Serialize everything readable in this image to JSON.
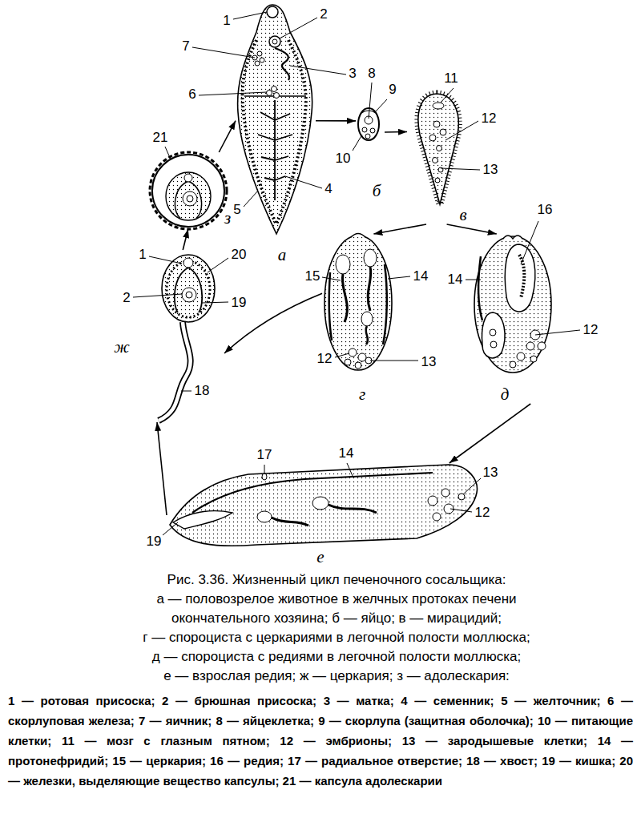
{
  "diagram": {
    "caption": "Рис. 3.36. Жизненный цикл печеночного сосальщика:",
    "nodes": [
      {
        "text": [
          "а"
        ]
      },
      {
        "text": [
          "б"
        ]
      },
      {
        "text": [
          "в"
        ]
      },
      {
        "text": [
          "г"
        ]
      },
      {
        "text": [
          "д"
        ]
      },
      {
        "text": [
          "е"
        ]
      },
      {
        "text": [
          "ж"
        ]
      },
      {
        "text": [
          "з"
        ]
      }
    ],
    "edges": [
      {
        "from": 0,
        "to": 1,
        "arrow": "to"
      },
      {
        "from": 1,
        "to": 2,
        "arrow": "to"
      },
      {
        "from": 2,
        "to": 3,
        "arrow": "to"
      },
      {
        "from": 2,
        "to": 4,
        "arrow": "to"
      },
      {
        "from": 3,
        "to": 6,
        "arrow": "to"
      },
      {
        "from": 4,
        "to": 5,
        "arrow": "to"
      },
      {
        "from": 5,
        "to": 6,
        "arrow": "to"
      },
      {
        "from": 6,
        "to": 7,
        "arrow": "to"
      },
      {
        "from": 7,
        "to": 0,
        "arrow": "to"
      }
    ],
    "labels": [
      "1",
      "2",
      "7",
      "3",
      "6",
      "5",
      "4",
      "8",
      "9",
      "10",
      "11",
      "12",
      "13",
      "15",
      "14",
      "12",
      "13",
      "16",
      "14",
      "12",
      "21",
      "1",
      "20",
      "2",
      "19",
      "18",
      "17",
      "14",
      "13",
      "12",
      "19",
      "а — половозрелое животное в желчных протоках печени окончательного хозяина; б — яйцо; в — мирацидий;",
      "г — спороциста с церкариями в легочной полости моллюска;",
      "д — спороциста с редиями в легочной полости моллюска;",
      "е — взрослая редия; ж — церкария; з — адолескария:",
      "1 — ротовая присоска; 2 — брюшная присоска; 3 — матка; 4 — семенник; 5 — желточник; 6 — скорлуповая железа; 7 — яичник; 8 — яйцеклетка; 9 — скорлупа (защитная оболочка); 10 — питающие клетки; 11 — мозг с глазным пятном; 12 — эмбрионы; 13 — зародышевые клетки; 14 — протонефридий; 15 — церкария; 16 — редия; 17 — радиальное отверстие; 18 — хвост; 19 — кишка; 20 — железки, выделяющие вещество капсулы; 21 — капсула адолескарии"
    ]
  }
}
